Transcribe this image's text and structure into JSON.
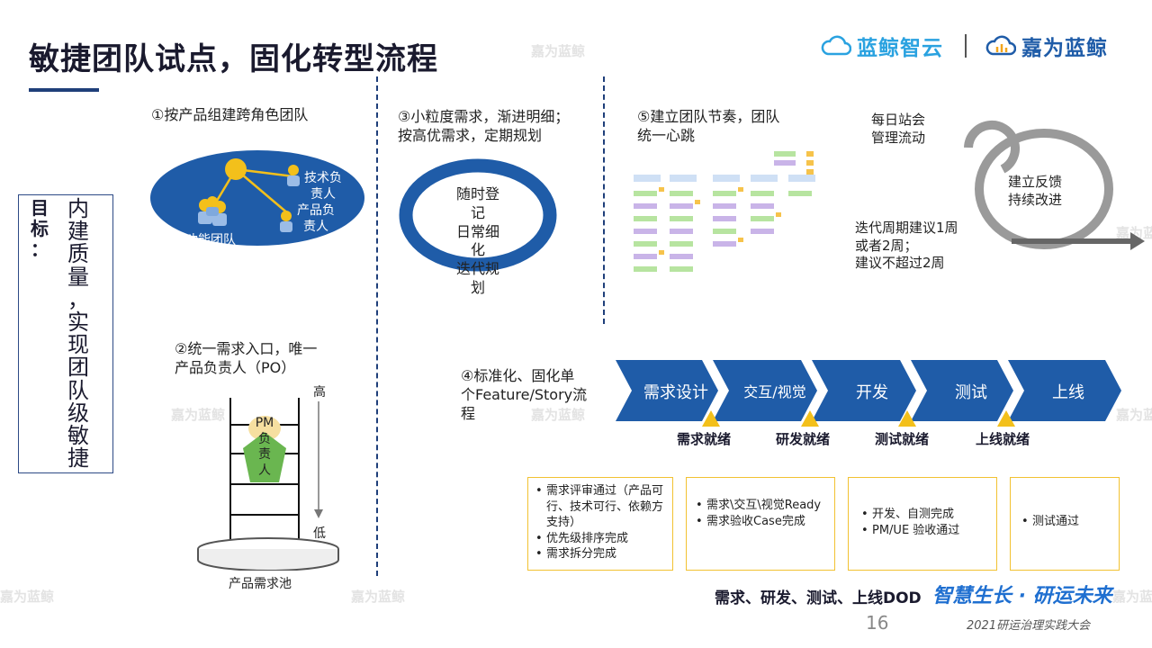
{
  "title": "敏捷团队试点，固化转型流程",
  "logos": {
    "brand_a": "蓝鲸智云",
    "brand_b": "嘉为蓝鲸"
  },
  "watermark": "嘉为蓝鲸",
  "goal": {
    "label": [
      "目",
      "标",
      "："
    ],
    "text": [
      "内",
      "建",
      "质",
      "量",
      "，",
      "实",
      "现",
      "团",
      "队",
      "级",
      "敏",
      "捷"
    ]
  },
  "sec1": {
    "heading": "①按产品组建跨角色团队",
    "tech_owner": [
      "技术负",
      "责人"
    ],
    "product_owner": [
      "产品负",
      "责人"
    ],
    "full_team": "全功能团队"
  },
  "sec2": {
    "heading": [
      "②统一需求入口，唯一",
      "产品负责人（PO）"
    ],
    "high": "高",
    "low": "低",
    "pm": [
      "PM",
      "负",
      "责",
      "人"
    ],
    "pool": "产品需求池"
  },
  "sec3": {
    "heading": [
      "③小粒度需求，渐进明细；",
      "按高优需求，定期规划"
    ],
    "ring": [
      "随时登记",
      "日常细化",
      "迭代规划"
    ]
  },
  "sec5": {
    "heading": [
      "⑤建立团队节奏，团队",
      "统一心跳"
    ],
    "standup": [
      "每日站会",
      "管理流动"
    ],
    "feedback": [
      "建立反馈",
      "持续改进"
    ],
    "cycle": [
      "迭代周期建议1周",
      "或者2周；",
      "建议不超过2周"
    ]
  },
  "sec4": {
    "heading": [
      "④标准化、固化单",
      "个Feature/Story流",
      "程"
    ],
    "stages": [
      "需求设计",
      "交互/视觉",
      "开发",
      "测试",
      "上线"
    ],
    "gates": [
      "需求就绪",
      "研发就绪",
      "测试就绪",
      "上线就绪"
    ],
    "criteria": [
      [
        "需求评审通过（产品可行、技术可行、依赖方支持）",
        "优先级排序完成",
        "需求拆分完成"
      ],
      [
        "需求\\交互\\视觉Ready",
        "需求验收Case完成"
      ],
      [
        "开发、自测完成",
        "PM/UE 验收通过"
      ],
      [
        "测试通过"
      ]
    ]
  },
  "bottom": {
    "dod": "需求、研发、测试、上线DOD",
    "slogan": "智慧生长 · 研运未来",
    "page": "16",
    "conference": "2021研运治理实践大会"
  },
  "colors": {
    "primary": "#1f5ca8",
    "accent": "#f2c232",
    "navy": "#1a1a2e"
  }
}
